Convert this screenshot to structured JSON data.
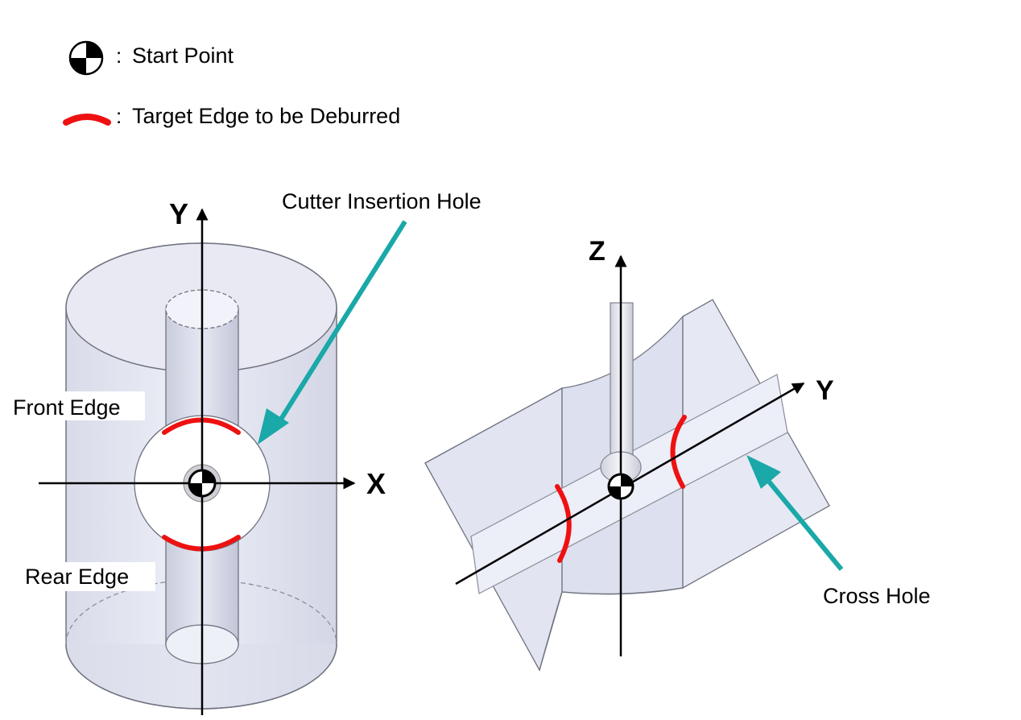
{
  "legend": {
    "start_point_label": "Start Point",
    "target_edge_label": "Target Edge to be Deburred",
    "separator": ":"
  },
  "left_view": {
    "axis_y": "Y",
    "axis_x": "X",
    "front_edge": "Front Edge",
    "rear_edge": "Rear Edge",
    "cutter_insertion_hole": "Cutter Insertion Hole"
  },
  "right_view": {
    "axis_z": "Z",
    "axis_y": "Y",
    "cross_hole": "Cross Hole"
  },
  "colors": {
    "edge_red": "#ee1111",
    "callout_teal": "#1aa8a8",
    "body_fill": "#e3e5f2",
    "body_stroke": "#707480"
  }
}
